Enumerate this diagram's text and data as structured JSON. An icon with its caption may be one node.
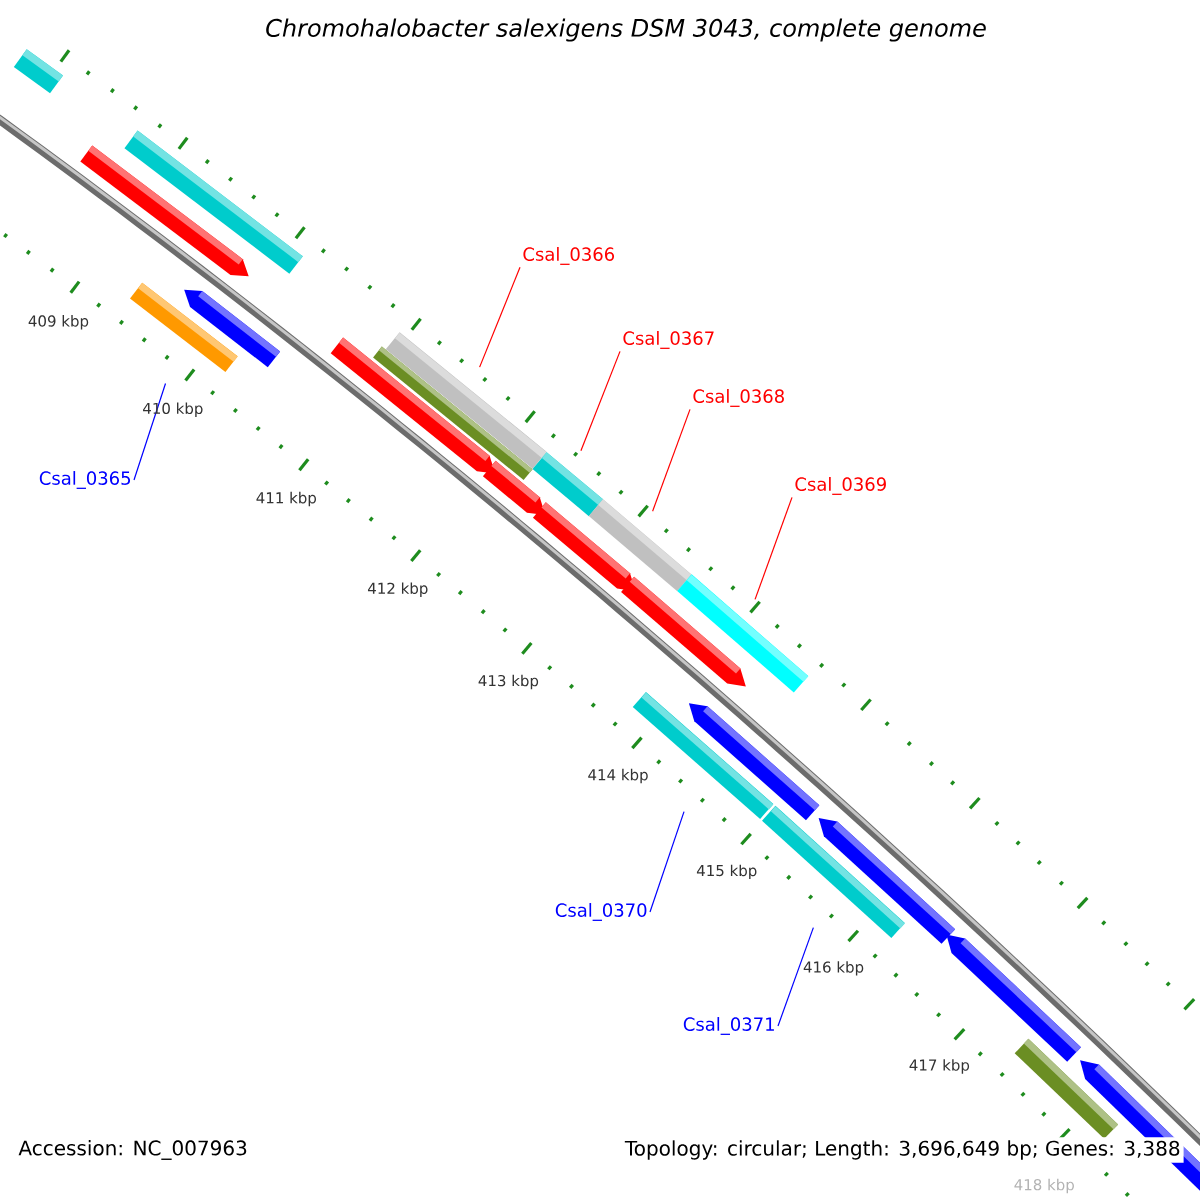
{
  "diagram": {
    "title": "Chromohalobacter salexigens DSM 3043, complete genome",
    "nodes": [
      {
        "text": [
          "Csal_0366"
        ]
      },
      {
        "text": [
          "Csal_0367"
        ]
      },
      {
        "text": [
          "Csal_0368"
        ]
      },
      {
        "text": [
          "Csal_0365"
        ]
      },
      {
        "text": [
          "Csal_0369"
        ]
      },
      {
        "text": [
          "Csal_0370"
        ]
      },
      {
        "text": [
          "Csal_0371"
        ]
      },
      {
        "text": [],
        "shape": "bar"
      },
      {
        "text": [],
        "shape": "bar"
      },
      {
        "text": [],
        "shape": "bar"
      },
      {
        "text": [],
        "shape": "bar"
      },
      {
        "text": [],
        "shape": "bar"
      },
      {
        "text": [],
        "shape": "bar"
      },
      {
        "text": [],
        "shape": "bar"
      }
    ],
    "edges": [
      {
        "from": 0,
        "to": 8,
        "arrow": "none"
      },
      {
        "from": 1,
        "to": 9,
        "arrow": "none"
      },
      {
        "from": 2,
        "to": 10,
        "arrow": "none"
      },
      {
        "from": 3,
        "to": 7,
        "arrow": "none",
        "color": "#0000ff"
      },
      {
        "from": 4,
        "to": 11,
        "arrow": "none"
      },
      {
        "from": 5,
        "to": 12,
        "arrow": "none",
        "color": "#0000ff"
      },
      {
        "from": 6,
        "to": 13,
        "arrow": "none",
        "color": "#0000ff"
      }
    ],
    "labels": [
      "409 kbp",
      "410 kbp",
      "411 kbp",
      "412 kbp",
      "413 kbp",
      "414 kbp",
      "415 kbp",
      "416 kbp",
      "417 kbp",
      "418 kbp",
      "Accession: NC_007963",
      "Topology: circular; Length: 3,696,649 bp; Genes: 3,388"
    ]
  }
}
